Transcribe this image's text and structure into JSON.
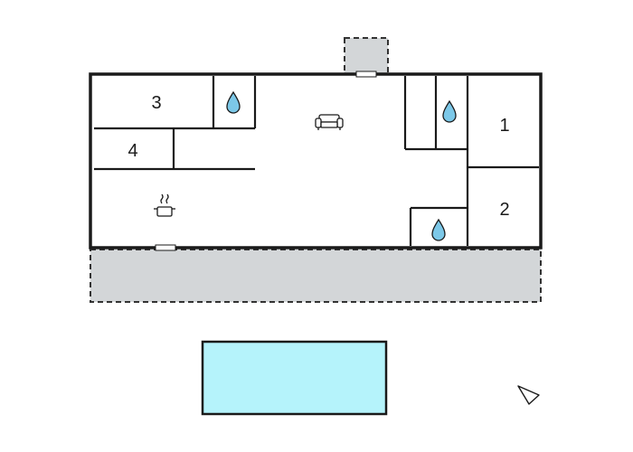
{
  "rooms": {
    "bedroom_1": {
      "number": "1"
    },
    "bedroom_2": {
      "number": "2"
    },
    "bedroom_3": {
      "number": "3"
    },
    "bedroom_4": {
      "number": "4"
    }
  },
  "icons": {
    "water_drop": "water-drop-icon",
    "sofa": "sofa-icon",
    "cooking_pot": "cooking-pot-icon",
    "compass": "north-arrow-icon"
  },
  "colors": {
    "wall": "#1a1a1a",
    "terrace": "#d3d6d8",
    "pool": "#b5f3fb",
    "drop": "#7cc8e8"
  }
}
